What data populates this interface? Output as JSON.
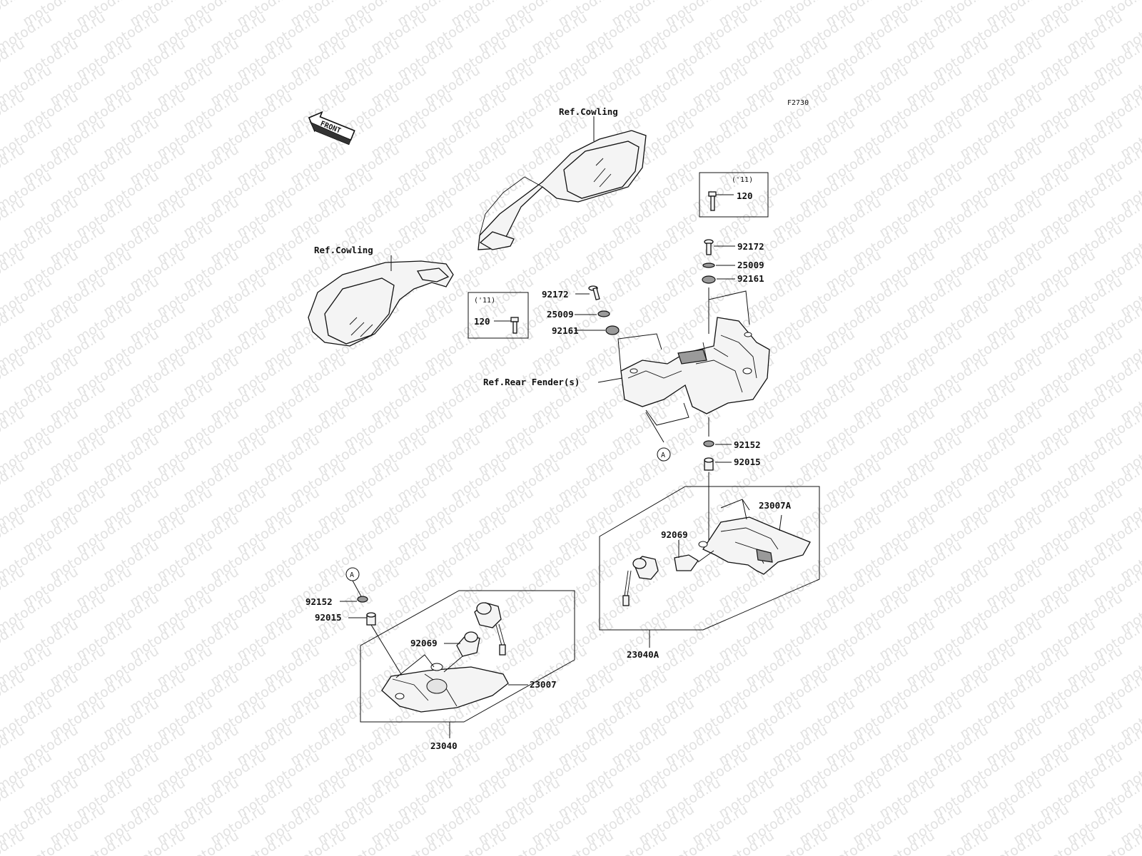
{
  "diagram_code": "F2730",
  "front_arrow_label": "FRONT",
  "watermark_text": "motod.ru",
  "references": {
    "cowling_right": "Ref.Cowling",
    "cowling_left": "Ref.Cowling",
    "rear_fender": "Ref.Rear Fender(s)"
  },
  "year_boxes": {
    "right": {
      "year": "('11)",
      "part": "120"
    },
    "left": {
      "year": "('11)",
      "part": "120"
    }
  },
  "parts": {
    "bolt_upper_right": "92172",
    "washer_upper_right": "25009",
    "grommet_upper_right": "92161",
    "bolt_upper_left": "92172",
    "washer_upper_left": "25009",
    "grommet_upper_left": "92161",
    "collar_right": "92152",
    "collar_right_2": "92015",
    "bulb_right": "92069",
    "housing_right": "23007A",
    "assembly_right": "23040A",
    "collar_left": "92152",
    "collar_left_2": "92015",
    "bulb_left": "92069",
    "housing_left": "23007",
    "assembly_left": "23040"
  },
  "connector_marks": {
    "top": "A",
    "bottom": "A"
  }
}
